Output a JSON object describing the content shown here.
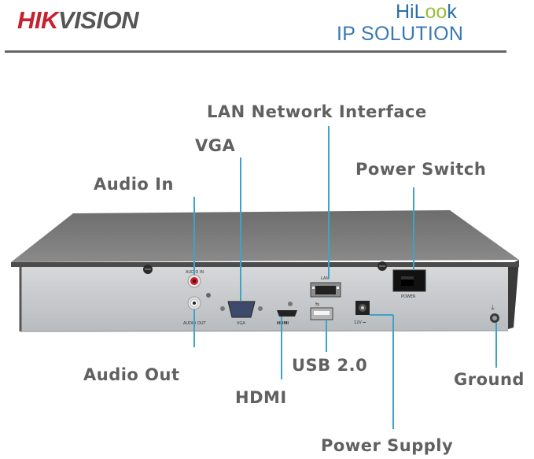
{
  "header": {
    "brand_hik": "HIK",
    "brand_vision": "VISION",
    "hilook_hi": "HiL",
    "hilook_oo": "oo",
    "hilook_k": "k",
    "product_line": "IP SOLUTION"
  },
  "callouts": {
    "lan": "LAN Network Interface",
    "vga": "VGA",
    "power_switch": "Power Switch",
    "audio_in": "Audio In",
    "audio_out": "Audio Out",
    "usb": "USB 2.0",
    "ground": "Ground",
    "hdmi": "HDMI",
    "power_supply": "Power Supply"
  },
  "panel_labels": {
    "audio_in": "AUDIO IN",
    "audio_out": "AUDIO OUT",
    "vga": "VGA",
    "hdmi": "HDMI",
    "lan": "LAN",
    "power": "POWER",
    "dc": "12V ⎓"
  },
  "colors": {
    "leader_line": "#3fa3c7",
    "callout_text": "#606060",
    "brand_red": "#c8202e"
  }
}
